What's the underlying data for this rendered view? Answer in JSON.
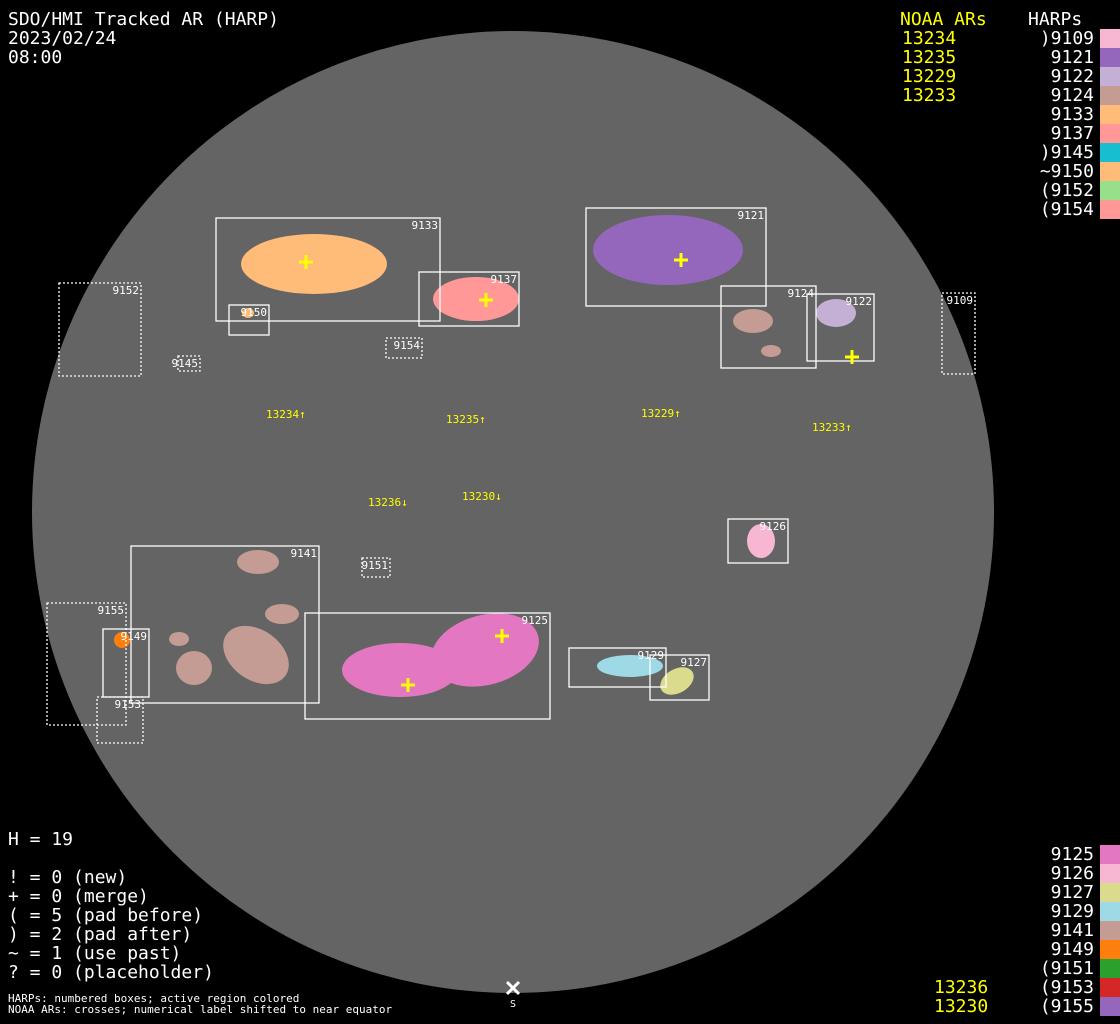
{
  "header": {
    "title": "SDO/HMI Tracked AR (HARP)",
    "date": "2023/02/24",
    "time": "08:00"
  },
  "legend_top": {
    "noaa_title": "NOAA ARs",
    "harp_title": "HARPs",
    "noaa": [
      "13234",
      "13235",
      "13229",
      "13233"
    ],
    "harps": [
      {
        "label": ")9109",
        "color": "#f7b6d2"
      },
      {
        "label": "9121",
        "color": "#9467bd"
      },
      {
        "label": "9122",
        "color": "#c5b0d5"
      },
      {
        "label": "9124",
        "color": "#c49c94"
      },
      {
        "label": "9133",
        "color": "#ffbb78"
      },
      {
        "label": "9137",
        "color": "#ff9896"
      },
      {
        "label": ")9145",
        "color": "#17becf"
      },
      {
        "label": "~9150",
        "color": "#ffbb78"
      },
      {
        "label": "(9152",
        "color": "#98df8a"
      },
      {
        "label": "(9154",
        "color": "#ff9896"
      }
    ]
  },
  "legend_bottom": {
    "noaa": [
      "13236",
      "13230"
    ],
    "harps": [
      {
        "label": "9125",
        "color": "#e377c2"
      },
      {
        "label": "9126",
        "color": "#f7b6d2"
      },
      {
        "label": "9127",
        "color": "#dbdb8d"
      },
      {
        "label": "9129",
        "color": "#9edae5"
      },
      {
        "label": "9141",
        "color": "#c49c94"
      },
      {
        "label": "9149",
        "color": "#ff7f0e"
      },
      {
        "label": "(9151",
        "color": "#2ca02c"
      },
      {
        "label": "(9153",
        "color": "#d62728"
      },
      {
        "label": "(9155",
        "color": "#9467bd"
      }
    ]
  },
  "stats": {
    "h": "H = 19",
    "lines": [
      "! = 0 (new)",
      "+ = 0 (merge)",
      "( = 5 (pad before)",
      ") = 2 (pad after)",
      "~ = 1 (use past)",
      "? = 0 (placeholder)"
    ]
  },
  "footer": {
    "line1": "HARPs: numbered boxes; active region colored",
    "line2": "NOAA ARs: crosses; numerical label shifted to near equator"
  },
  "boxes": [
    "9133",
    "9150",
    "9137",
    "9154",
    "9152",
    "9145",
    "9121",
    "9124",
    "9122",
    "9109",
    "9126",
    "9141",
    "9151",
    "9155",
    "9149",
    "9153",
    "9125",
    "9129",
    "9127"
  ],
  "noaa_labels": [
    "13234↑",
    "13235↑",
    "13229↑",
    "13233↑",
    "13236↓",
    "13230↓"
  ],
  "south_label": "S",
  "colors": {
    "disk": "#646464",
    "noaa": "#ffff00"
  }
}
